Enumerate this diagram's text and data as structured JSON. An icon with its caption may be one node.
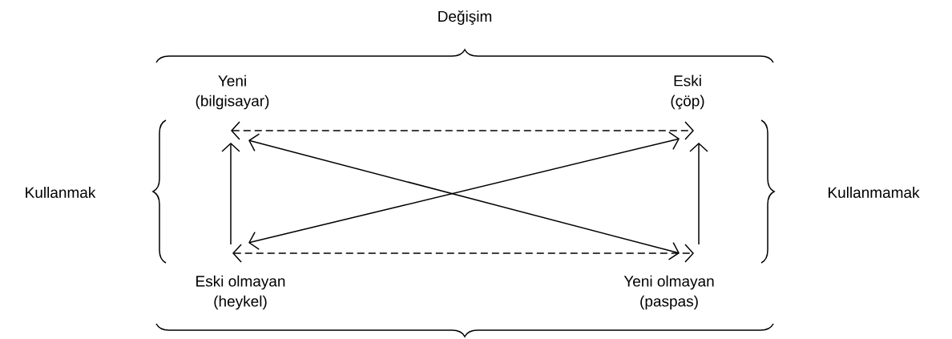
{
  "diagram": {
    "nodes": [
      {
        "text": [
          "Yeni",
          "(bilgisayar)"
        ]
      },
      {
        "text": [
          "Eski",
          "(çöp)"
        ]
      },
      {
        "text": [
          "Eski olmayan",
          "(heykel)"
        ]
      },
      {
        "text": [
          "Yeni olmayan",
          "(paspas)"
        ]
      }
    ],
    "edges": [
      {
        "from": 0,
        "to": 1,
        "arrow": "both",
        "style": "dashed"
      },
      {
        "from": 0,
        "to": 3,
        "arrow": "both"
      },
      {
        "from": 1,
        "to": 2,
        "arrow": "both"
      },
      {
        "from": 2,
        "to": 3,
        "arrow": "both",
        "style": "dashed"
      },
      {
        "from": 2,
        "to": 0,
        "arrow": "to"
      },
      {
        "from": 3,
        "to": 1,
        "arrow": "to"
      }
    ],
    "labels": [
      "Değişim",
      "Kullanmak",
      "Kullanmamak"
    ]
  }
}
